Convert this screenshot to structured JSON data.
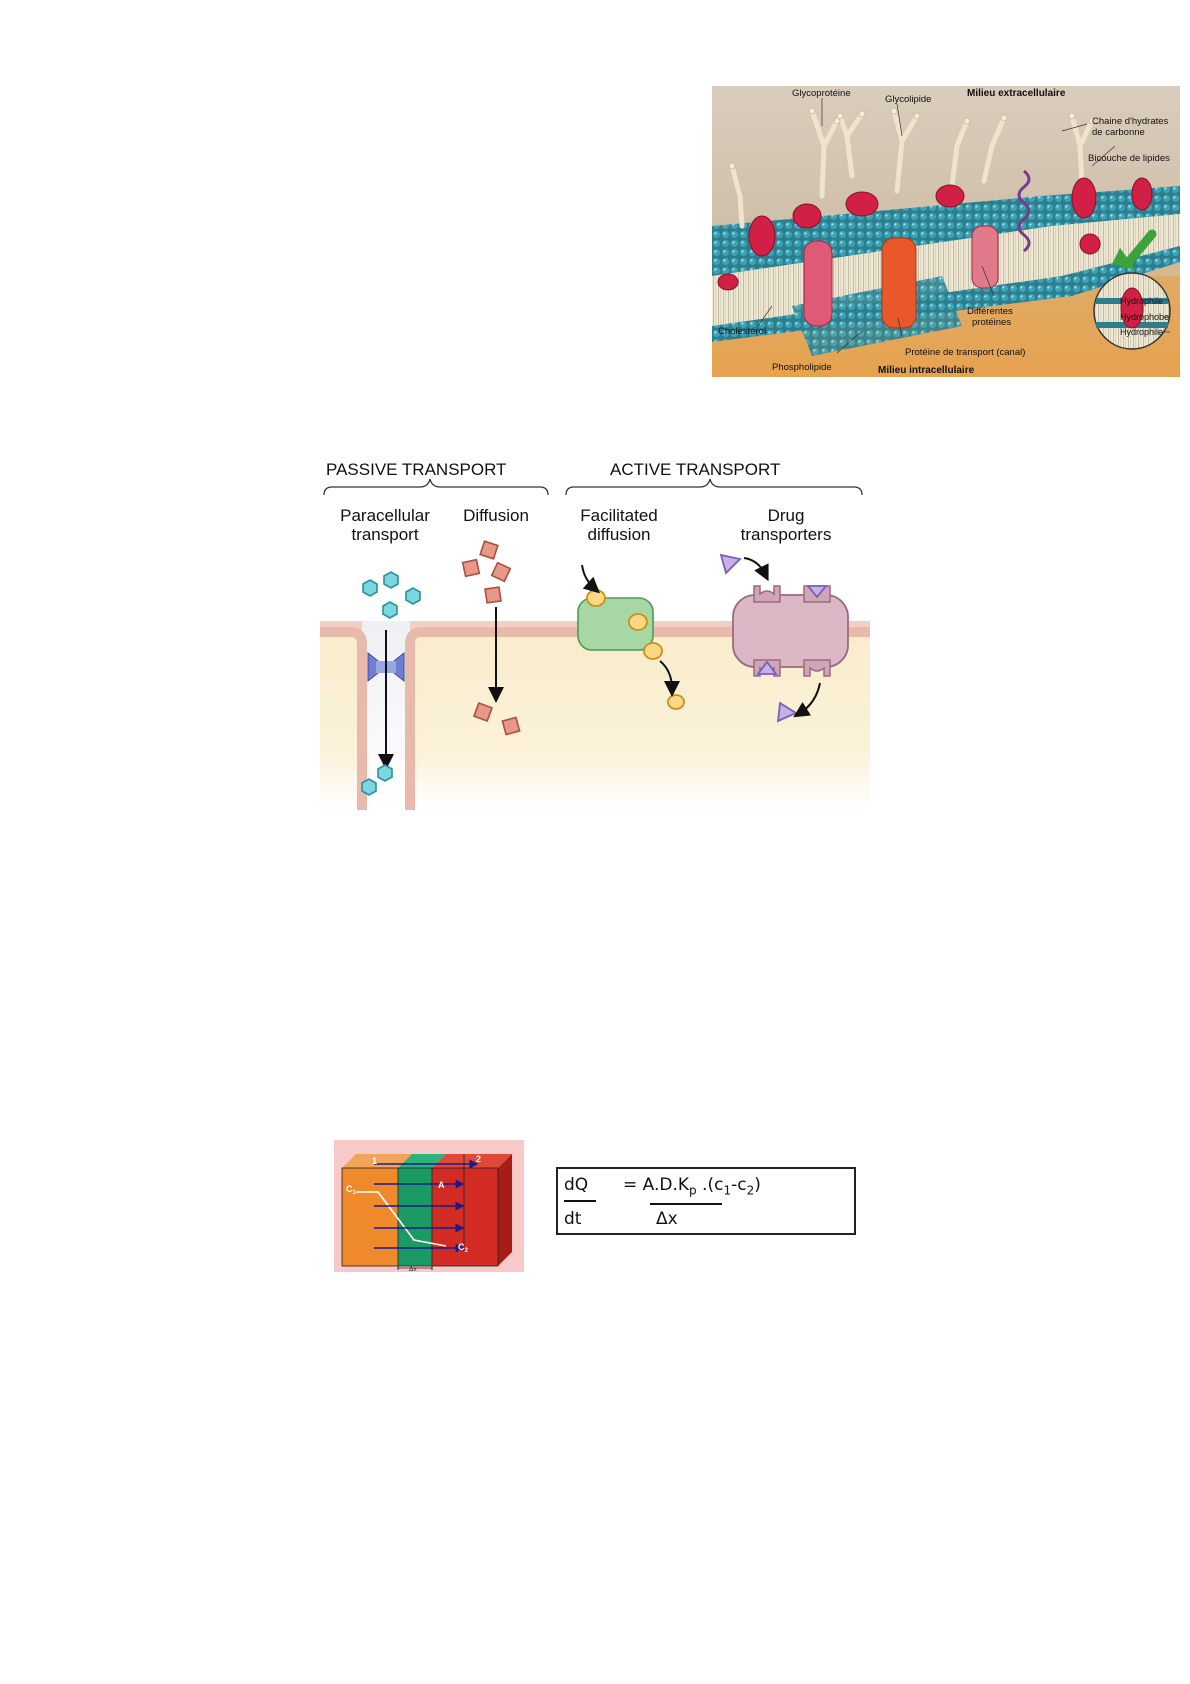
{
  "membrane_figure": {
    "labels": {
      "glycoproteine": "Glycoprotéine",
      "glycolipide": "Glycolipide",
      "milieu_extra": "Milieu extracellulaire",
      "chaine": "Chaine d'hydrates",
      "chaine2": "de carbonne",
      "bicouche": "Bicouche de lipides",
      "differentes": "Différentes",
      "proteines": "protéines",
      "cholesterol": "Cholestérol",
      "phospholipide": "Phospholipide",
      "proteine_transport": "Protéine de transport (canal)",
      "milieu_intra": "Milieu intracellulaire",
      "hydrophile1": "Hydrophile",
      "hydrophobe": "Hydrophobe",
      "hydrophile2": "Hydrophile"
    }
  },
  "transport_figure": {
    "passive": "PASSIVE TRANSPORT",
    "active": "ACTIVE TRANSPORT",
    "paracellular_1": "Paracellular",
    "paracellular_2": "transport",
    "diffusion": "Diffusion",
    "facilitated_1": "Facilitated",
    "facilitated_2": "diffusion",
    "drug_1": "Drug",
    "drug_2": "transporters"
  },
  "fick_figure": {
    "label_1": "1",
    "label_2": "2",
    "label_A": "A",
    "label_c1": "C",
    "label_c1_sub": "1",
    "label_c2": "C",
    "label_c2_sub": "2",
    "label_dx": "Δx"
  },
  "equation": {
    "numerator": "dQ",
    "denominator": "dt",
    "rhs_main": "= A.D.K",
    "rhs_sub_p": "p",
    "rhs_paren_open": " .(c",
    "rhs_sub_1": "1",
    "rhs_minus": "-c",
    "rhs_sub_2": "2",
    "rhs_close": ")",
    "delta_x": "Δx"
  }
}
